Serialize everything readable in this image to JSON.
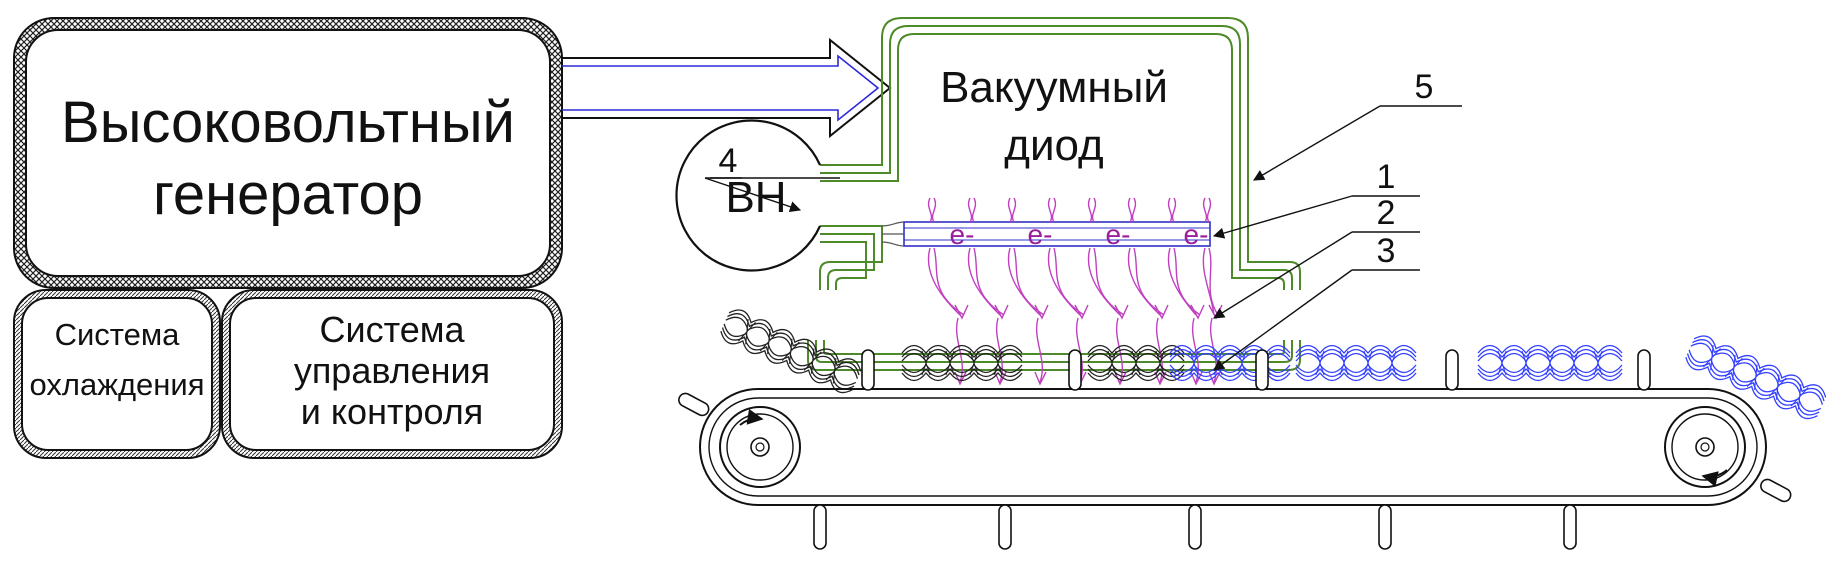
{
  "blocks": {
    "generator": {
      "line1": "Высоковольтный",
      "line2": "генератор"
    },
    "cooling": {
      "line1": "Система",
      "line2": "охлаждения"
    },
    "control": {
      "line1": "Система",
      "line2": "управления",
      "line3": "и контроля"
    },
    "diode": {
      "line1": "Вакуумный",
      "line2": "диод"
    },
    "pump": {
      "label": "ВН"
    }
  },
  "callouts": [
    "1",
    "2",
    "3",
    "4",
    "5"
  ],
  "electron_label": "e-",
  "electron_count": 4,
  "colors": {
    "outline": "#111111",
    "chamber": "#4e8a2a",
    "beam": "#c040c0",
    "electron": "#9b1e9b",
    "cathode": "#3030c8",
    "irradiated_product": "#3340ff"
  }
}
